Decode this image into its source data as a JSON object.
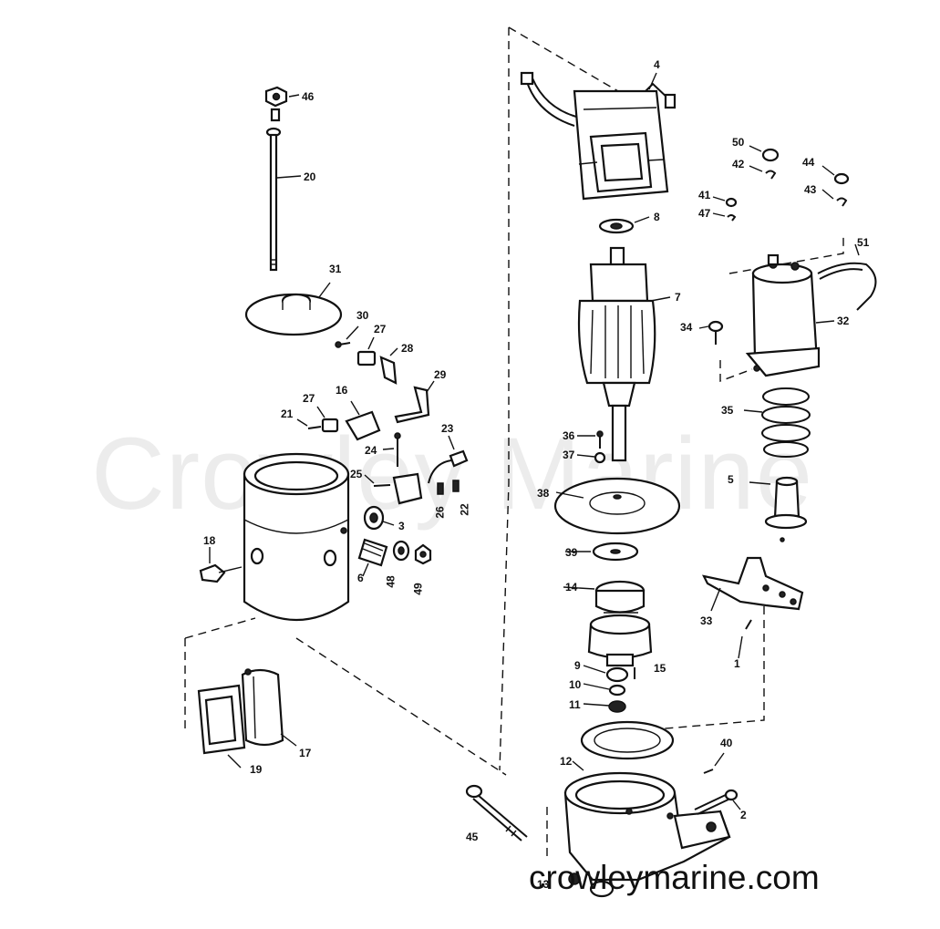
{
  "watermark": {
    "large": "Crowley Marine",
    "small": "crowleymarine.com"
  },
  "part_labels": {
    "p1": "1",
    "p2": "2",
    "p3": "3",
    "p4": "4",
    "p5": "5",
    "p6": "6",
    "p7": "7",
    "p8": "8",
    "p9": "9",
    "p10": "10",
    "p11": "11",
    "p12": "12",
    "p13": "13",
    "p14": "14",
    "p15": "15",
    "p16": "16",
    "p17": "17",
    "p18": "18",
    "p19": "19",
    "p20": "20",
    "p21": "21",
    "p22": "22",
    "p23": "23",
    "p24": "24",
    "p25": "25",
    "p26": "26",
    "p27a": "27",
    "p27b": "27",
    "p28": "28",
    "p29": "29",
    "p30": "30",
    "p31": "31",
    "p32": "32",
    "p33": "33",
    "p34": "34",
    "p35": "35",
    "p36": "36",
    "p37": "37",
    "p38": "38",
    "p39": "39",
    "p40": "40",
    "p41": "41",
    "p42": "42",
    "p43": "43",
    "p44": "44",
    "p45": "45",
    "p46": "46",
    "p47": "47",
    "p48": "48",
    "p49": "49",
    "p50": "50",
    "p51": "51"
  }
}
